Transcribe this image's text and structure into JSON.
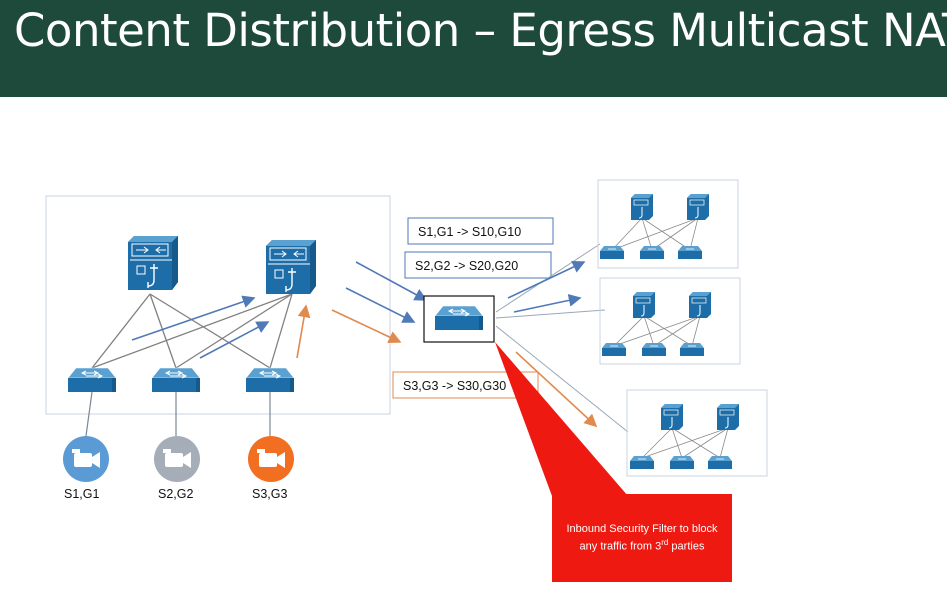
{
  "title": "Content Distribution – Egress Multicast NAT",
  "mappings": [
    {
      "text": "S1,G1 -> S10,G10",
      "color": "#4f79b7"
    },
    {
      "text": "S2,G2 -> S20,G20",
      "color": "#4f79b7"
    },
    {
      "text": "S3,G3 -> S30,G30",
      "color": "#e08a4e"
    }
  ],
  "sources": [
    {
      "label": "S1,G1",
      "color": "#5b9bd5",
      "icon": "camera-icon"
    },
    {
      "label": "S2,G2",
      "color": "#a5adb8",
      "icon": "camera-icon"
    },
    {
      "label": "S3,G3",
      "color": "#f26f21",
      "icon": "camera-icon"
    }
  ],
  "callout": {
    "line1": "Inbound Security Filter  to block any traffic from 3",
    "sup": "rd",
    "line2": " parties"
  },
  "colors": {
    "title_bg": "#1e4a3c",
    "device": "#1d6ea8",
    "blue_flow": "#4f79b7",
    "orange_flow": "#e08a4e",
    "callout": "#ee1a12"
  }
}
